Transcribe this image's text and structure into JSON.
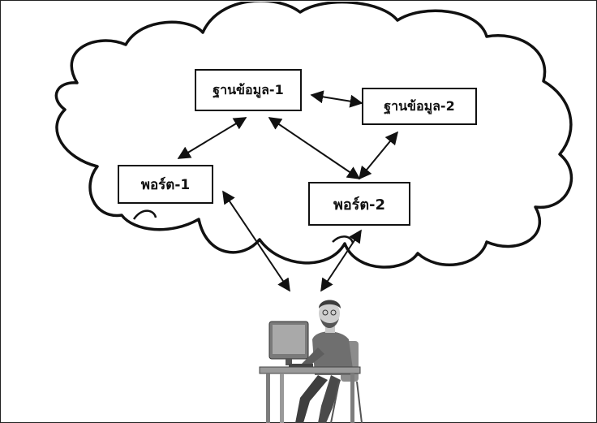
{
  "nodes": {
    "db1": "ฐานข้อมูล-1",
    "db2": "ฐานข้อมูล-2",
    "port1": "พอร์ต-1",
    "port2": "พอร์ต-2"
  },
  "figure": {
    "cloud_icon": "cloud-outline-icon",
    "user_icon": "person-at-computer-icon"
  }
}
